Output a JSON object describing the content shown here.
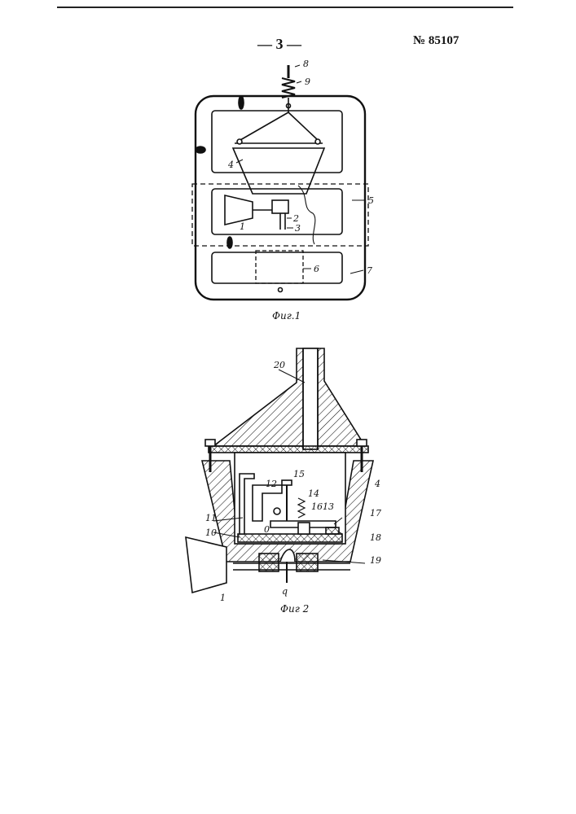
{
  "header": {
    "page_number": "— 3 —",
    "patent_number": "№ 85107"
  },
  "figure1": {
    "caption": "Фиг.1",
    "labels": [
      "8",
      "9",
      "4",
      "5",
      "1",
      "2",
      "3",
      "6",
      "7"
    ]
  },
  "figure2": {
    "caption": "Фиг 2",
    "labels": [
      "20",
      "15",
      "12",
      "14",
      "13",
      "16",
      "17",
      "18",
      "11",
      "10",
      "0",
      "4",
      "19",
      "1",
      "q"
    ]
  }
}
